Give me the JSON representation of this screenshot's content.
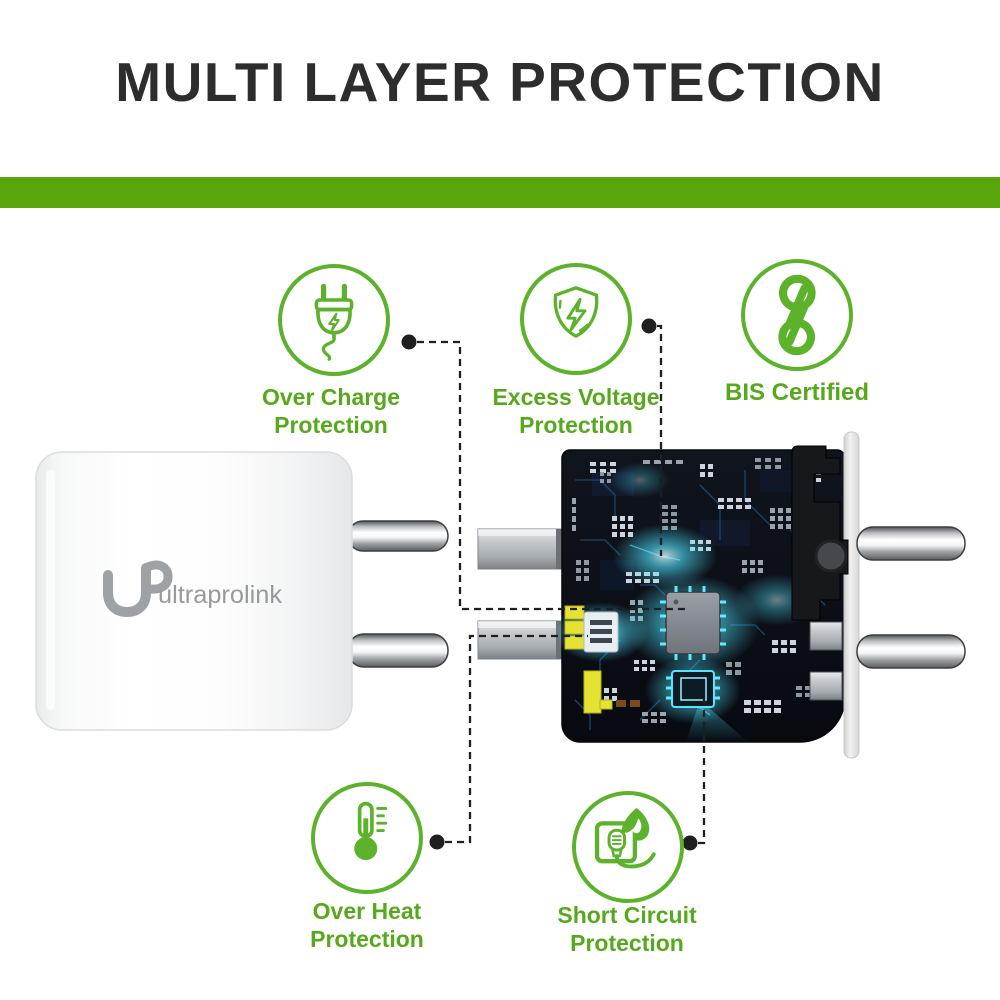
{
  "header": {
    "title": "MULTI LAYER PROTECTION"
  },
  "accent_bar": {
    "color": "#58A50C"
  },
  "features": [
    {
      "id": "over-charge",
      "icon": "plug-icon",
      "lines": [
        "Over Charge",
        "Protection"
      ]
    },
    {
      "id": "excess-voltage",
      "icon": "shield-bolt-icon",
      "lines": [
        "Excess Voltage",
        "Protection"
      ]
    },
    {
      "id": "bis-certified",
      "icon": "bis-mark-icon",
      "lines": [
        "BIS Certified"
      ]
    },
    {
      "id": "over-heat",
      "icon": "thermometer-icon",
      "lines": [
        "Over Heat",
        "Protection"
      ]
    },
    {
      "id": "short-circuit",
      "icon": "socket-flame-icon",
      "lines": [
        "Short Circuit",
        "Protection"
      ]
    }
  ],
  "product": {
    "brand": "ultraprolink"
  },
  "colors": {
    "accent_green": "#57A91C",
    "icon_green": "#5CB22A",
    "title_dark": "#2D2D2D",
    "callout_black": "#1F1F1F",
    "glow_cyan": "#4FE3FF",
    "pcb_dark": "#0B0E15",
    "component_yellow": "#E6E233",
    "brand_gray": "#9B9B9B"
  }
}
